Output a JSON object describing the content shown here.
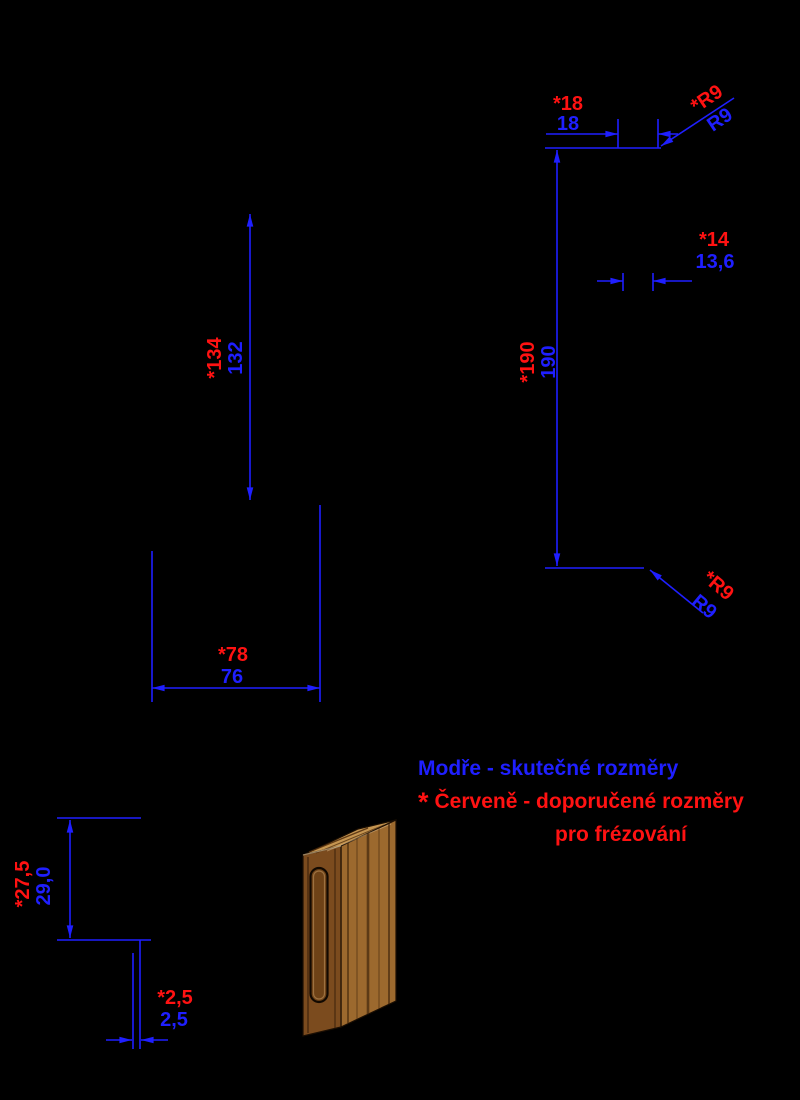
{
  "colors": {
    "background": "#000000",
    "actual_blue": "#1f1fff",
    "recommended_red": "#ff1212",
    "wood_top": "#c59550",
    "wood_side": "#9c692e",
    "wood_front": "#7b4b1e"
  },
  "legend": {
    "blue_note": "Modře - skutečné rozměry",
    "asterisk": "*",
    "red_note": "Červeně - doporučené rozměry",
    "red_note_line2": "pro frézování"
  },
  "dimensions": {
    "top_width": {
      "recommended": "*18",
      "actual": "18"
    },
    "top_radius": {
      "recommended": "*R9",
      "actual": "R9"
    },
    "slot_width": {
      "recommended": "*14",
      "actual": "13,6"
    },
    "overall_length": {
      "recommended": "*190",
      "actual": "190"
    },
    "bottom_radius": {
      "recommended": "*R9",
      "actual": "R9"
    },
    "slot_length": {
      "recommended": "*134",
      "actual": "132"
    },
    "overall_width": {
      "recommended": "*78",
      "actual": "76"
    },
    "depth": {
      "recommended": "*27,5",
      "actual": "29,0"
    },
    "wall_thickness": {
      "recommended": "*2,5",
      "actual": "2,5"
    }
  }
}
